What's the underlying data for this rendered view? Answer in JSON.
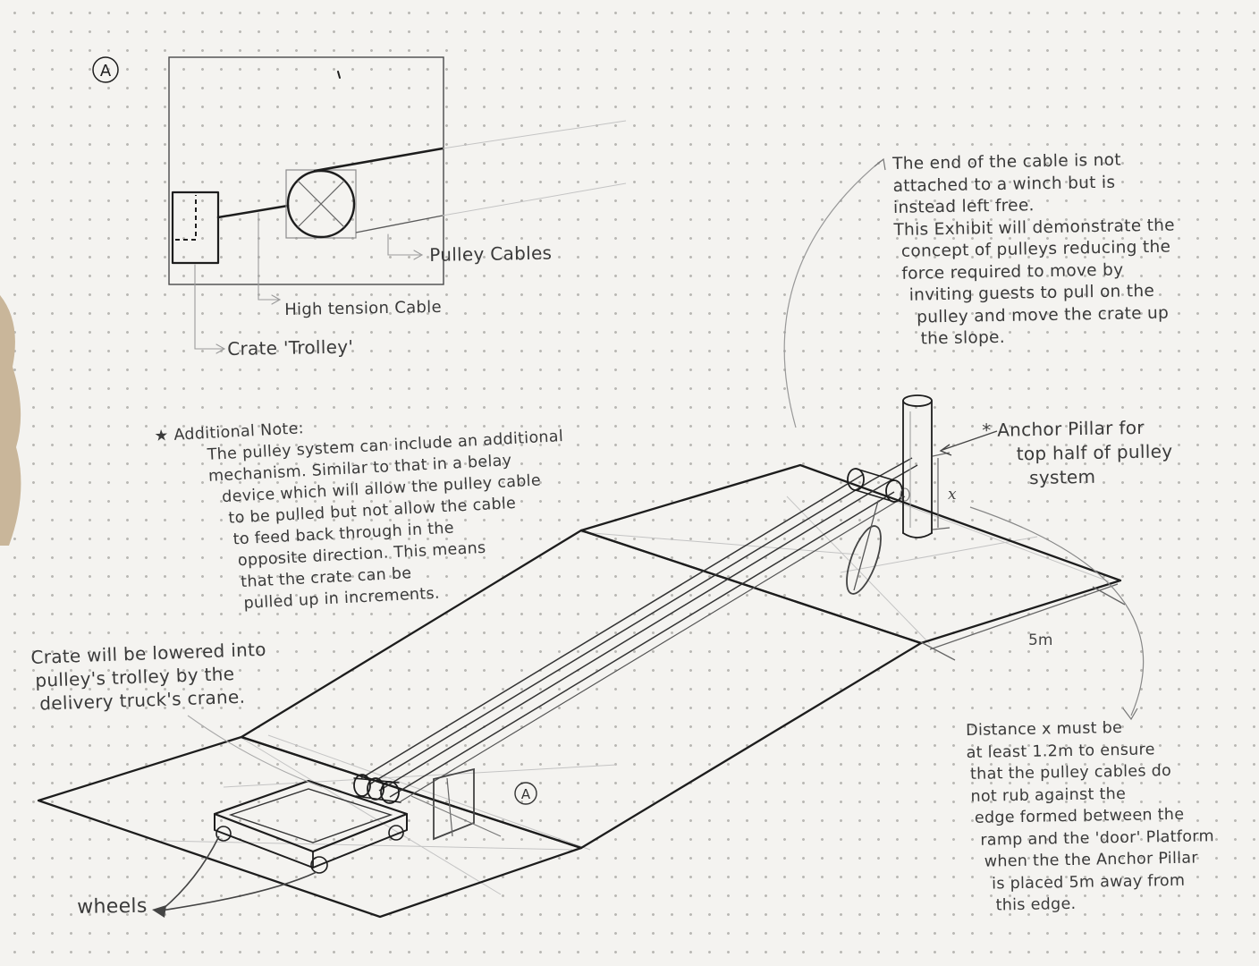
{
  "detail_view": {
    "circle_label": "A",
    "pulley_cables_label": "Pulley Cables",
    "high_tension_label": "High tension Cable",
    "crate_trolley_label": "Crate 'Trolley'"
  },
  "notes": {
    "cable_end": [
      "The end of the cable is not",
      "attached to a winch but is",
      "instead left free.",
      "This Exhibit will demonstrate the",
      "concept of pulleys reducing the",
      "force required to move by",
      "inviting guests to pull on the",
      "pulley and move the crate up",
      "the slope."
    ],
    "anchor_pillar": [
      "Anchor Pillar for",
      "top half of pulley",
      "system"
    ],
    "anchor_pillar_marker": "*",
    "additional_title": "Additional Note:",
    "additional_marker": "★",
    "additional_body": [
      "The pulley system can include an additional",
      "mechanism. Similar to that in a belay",
      "device which will allow the pulley cable",
      "to be pulled but not allow the cable",
      "to feed back through in the",
      "opposite direction. This means",
      "that the crate can be",
      "pulled up in increments."
    ],
    "crate_lowered": [
      "Crate will be lowered into",
      "pulley's trolley by the",
      "delivery truck's crane."
    ],
    "distance": [
      "Distance x must be",
      "at least 1.2m to ensure",
      "that the pulley cables do",
      "not rub against the",
      "edge formed between the",
      "ramp and the 'door' Platform",
      "when the the Anchor Pillar",
      "is placed 5m away from",
      "this edge."
    ],
    "wheels": "wheels"
  },
  "main_view": {
    "dimension_5m": "5m",
    "dimension_x": "x",
    "section_marker": "A"
  },
  "colors": {
    "ink": "#1d1d1d",
    "pencil": "#9b9b9b",
    "paper": "#f4f3f0",
    "dot_grid": "#b9b8b4"
  }
}
